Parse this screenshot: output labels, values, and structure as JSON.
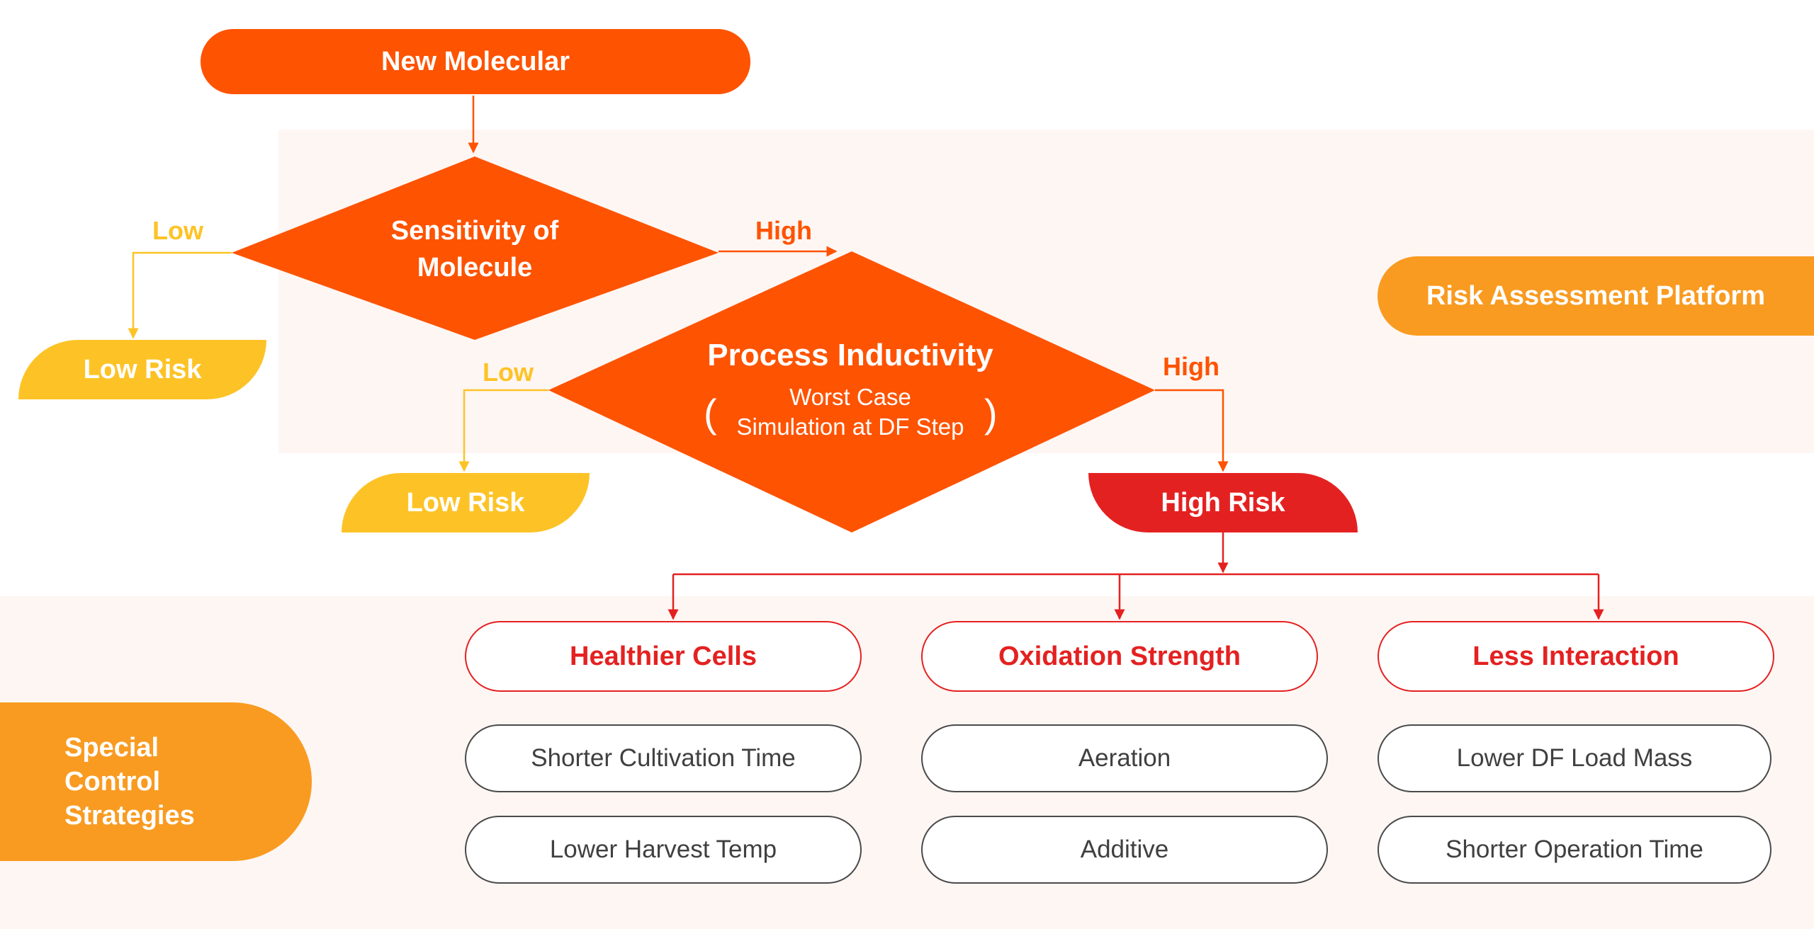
{
  "start": {
    "label": "New Molecular"
  },
  "decision_1": {
    "line_1": "Sensitivity of",
    "line_2": "Molecule",
    "low_label": "Low",
    "high_label": "High"
  },
  "decision_2": {
    "title": "Process Inductivity",
    "sub_line_1": "Worst Case",
    "sub_line_2": "Simulation at DF Step",
    "paren_open": "(",
    "paren_close": ")",
    "low_label": "Low",
    "high_label": "High"
  },
  "outcomes": {
    "low_risk_1": "Low Risk",
    "low_risk_2": "Low Risk",
    "high_risk": "High Risk"
  },
  "sections": {
    "platform": "Risk Assessment Platform",
    "strategies_line_1": "Special",
    "strategies_line_2": "Control",
    "strategies_line_3": "Strategies"
  },
  "factors": [
    {
      "title": "Healthier Cells",
      "strategies": [
        "Shorter Cultivation Time",
        "Lower Harvest Temp"
      ]
    },
    {
      "title": "Oxidation Strength",
      "strategies": [
        "Aeration",
        "Additive"
      ]
    },
    {
      "title": "Less Interaction",
      "strategies": [
        "Lower DF Load Mass",
        "Shorter Operation Time"
      ]
    }
  ],
  "colors": {
    "primary_orange": "#fe5300",
    "yellow": "#fdc326",
    "red": "#e42121",
    "section_orange": "#f99b21",
    "band_tint": "#fef6f3"
  }
}
